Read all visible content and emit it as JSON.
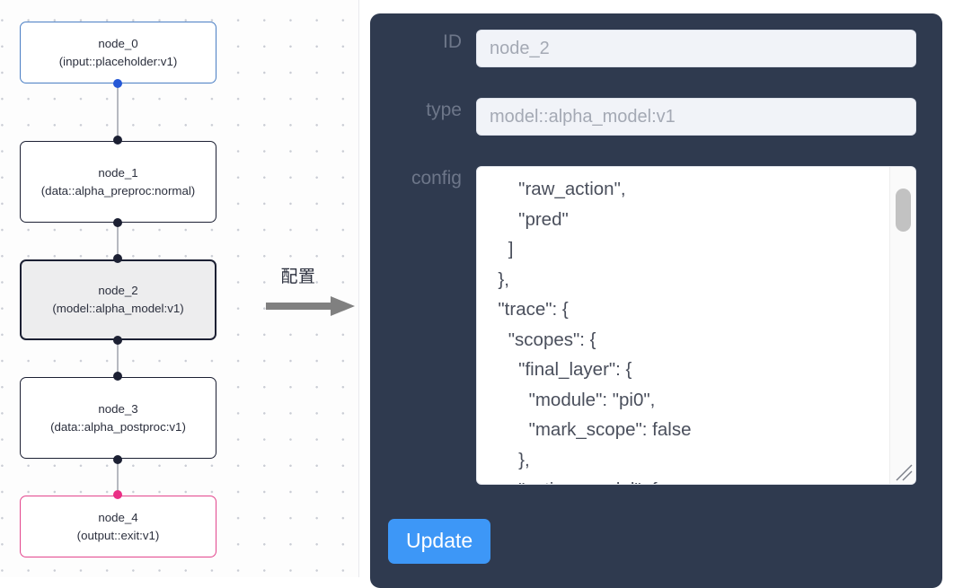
{
  "graph": {
    "nodes": [
      {
        "id": "node_0",
        "label": "node_0\n(input::placeholder:v1)",
        "kind": "input",
        "selected": false
      },
      {
        "id": "node_1",
        "label": "node_1\n(data::alpha_preproc:normal)",
        "kind": "default",
        "selected": false
      },
      {
        "id": "node_2",
        "label": "node_2\n(model::alpha_model:v1)",
        "kind": "default",
        "selected": true
      },
      {
        "id": "node_3",
        "label": "node_3\n(data::alpha_postproc:v1)",
        "kind": "default",
        "selected": false
      },
      {
        "id": "node_4",
        "label": "node_4\n(output::exit:v1)",
        "kind": "output",
        "selected": false
      }
    ],
    "colors": {
      "input_border": "#4a7ec4",
      "output_border": "#e3458d",
      "default_border": "#1c2033",
      "selected_fill": "#ededee",
      "edge": "#b6b9c0",
      "handle": "#1c2033",
      "handle_input": "#2558d6",
      "handle_output": "#ea2e85"
    }
  },
  "annotation": {
    "label": "配置",
    "arrow": "right-arrow"
  },
  "panel": {
    "background": "#2f3a4f",
    "fields": [
      {
        "label": "ID",
        "value": "node_2"
      },
      {
        "label": "type",
        "value": "model::alpha_model:v1"
      },
      {
        "label": "config",
        "value": ""
      }
    ],
    "id_label": "ID",
    "id_value": "node_2",
    "type_label": "type",
    "type_value": "model::alpha_model:v1",
    "config_label": "config",
    "config_value": "      \"raw_action\",\n      \"pred\"\n    ]\n  },\n  \"trace\": {\n    \"scopes\": {\n      \"final_layer\": {\n        \"module\": \"pi0\",\n        \"mark_scope\": false\n      },\n      \"action_model\": {",
    "update_label": "Update",
    "update_color": "#3d97f7"
  }
}
